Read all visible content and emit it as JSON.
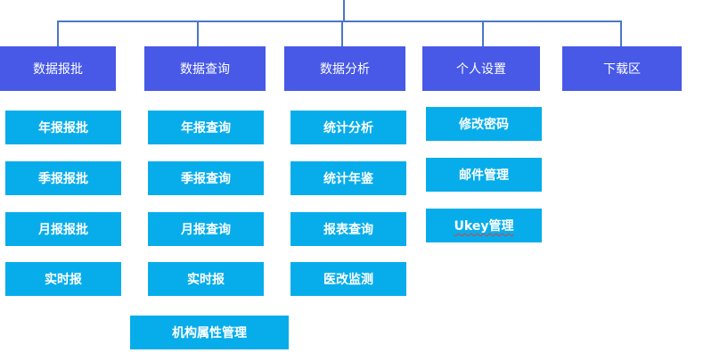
{
  "colors": {
    "top_fill": "#4759e6",
    "sub_fill": "#07adeb",
    "connector": "#4a77c6",
    "text": "#ffffff"
  },
  "columns": [
    {
      "label": "数据报批",
      "items": [
        "年报报批",
        "季报报批",
        "月报报批",
        "实时报"
      ]
    },
    {
      "label": "数据查询",
      "items": [
        "年报查询",
        "季报查询",
        "月报查询",
        "实时报",
        "机构属性管理"
      ]
    },
    {
      "label": "数据分析",
      "items": [
        "统计分析",
        "统计年鉴",
        "报表查询",
        "医改监测"
      ]
    },
    {
      "label": "个人设置",
      "items": [
        "修改密码",
        "邮件管理",
        "Ukey管理"
      ]
    },
    {
      "label": "下载区",
      "items": []
    }
  ]
}
